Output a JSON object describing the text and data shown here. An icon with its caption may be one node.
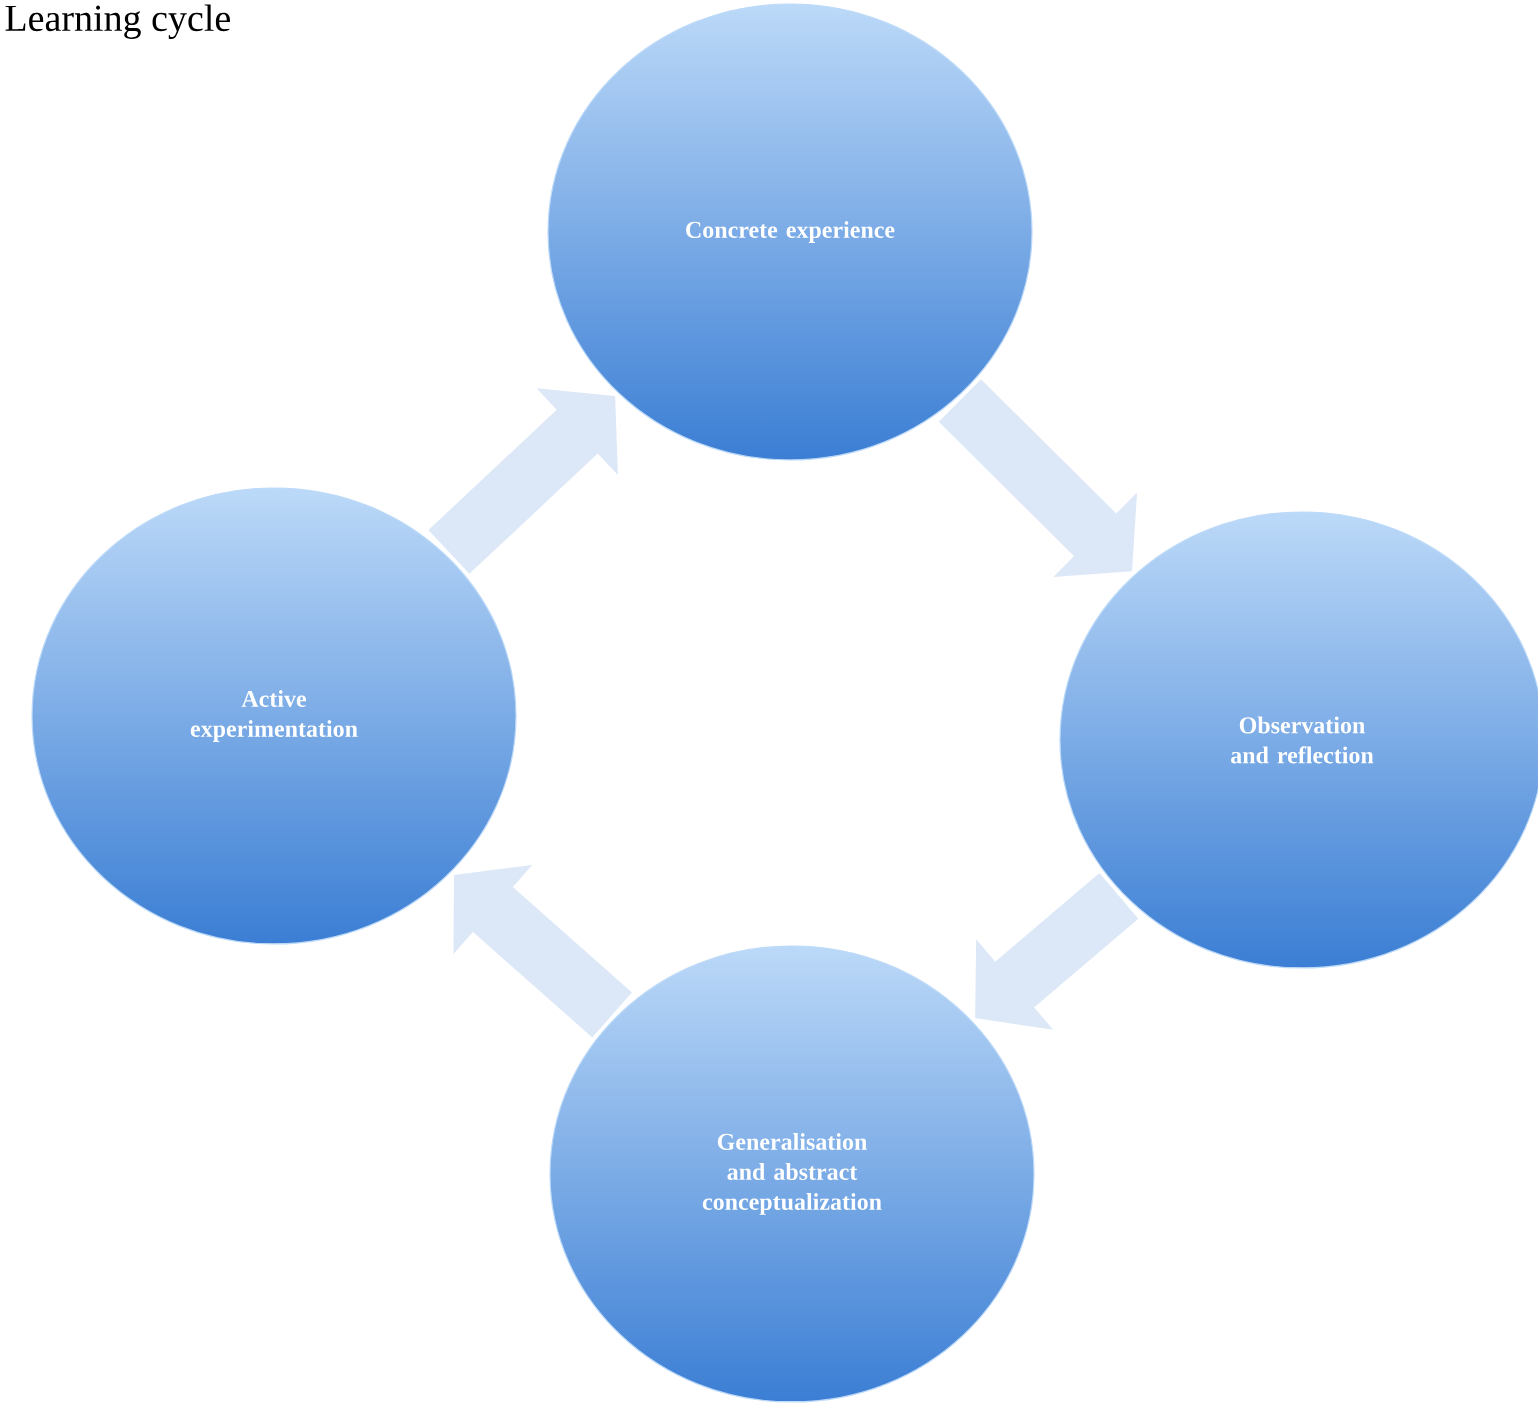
{
  "diagram": {
    "title": "Learning cycle",
    "nodes": [
      {
        "text": [
          "Concrete experience"
        ]
      },
      {
        "text": [
          "Observation and reflection"
        ]
      },
      {
        "text": [
          "Generalisation and abstract conceptualization"
        ]
      },
      {
        "text": [
          "Active experimentation"
        ]
      }
    ],
    "edges": [
      {
        "from": 0,
        "to": 1,
        "arrow": "to"
      },
      {
        "from": 1,
        "to": 2,
        "arrow": "to"
      },
      {
        "from": 2,
        "to": 3,
        "arrow": "to"
      },
      {
        "from": 3,
        "to": 0,
        "arrow": "to"
      }
    ]
  }
}
